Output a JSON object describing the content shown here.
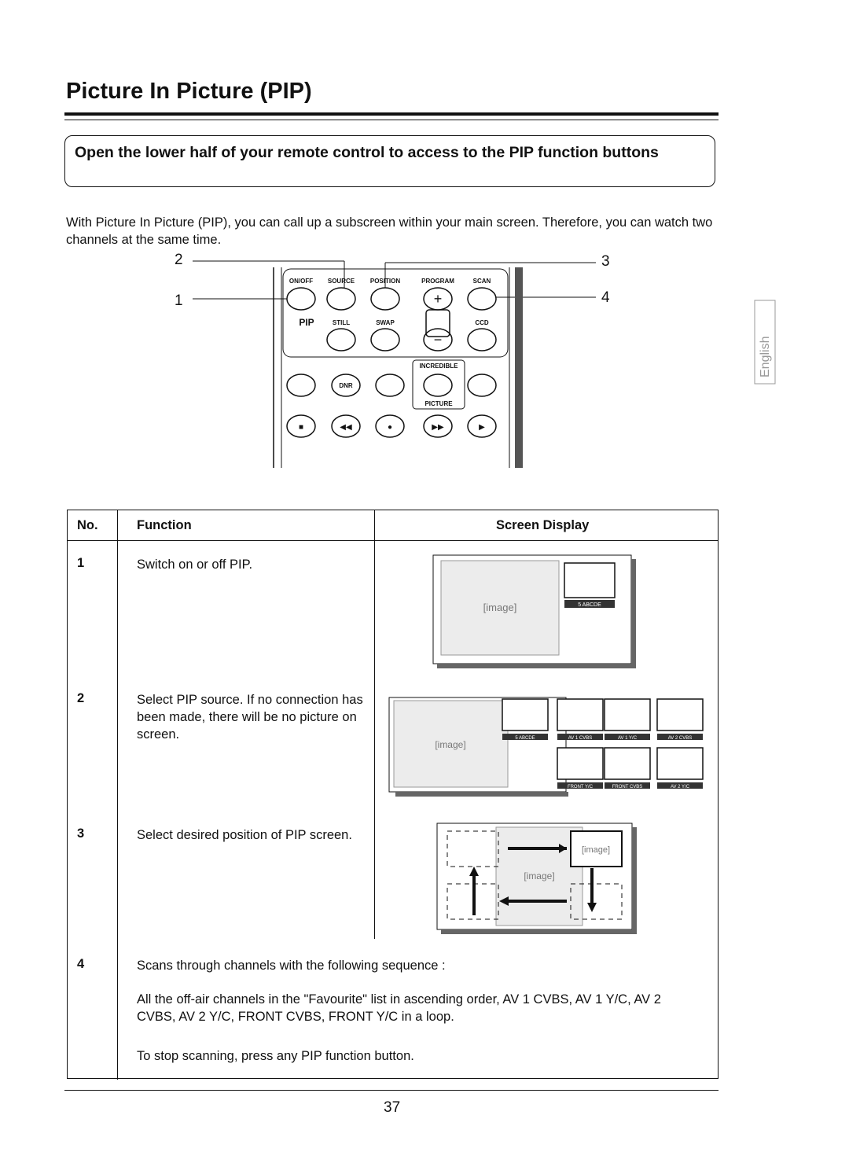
{
  "page": {
    "title": "Picture In Picture (PIP)",
    "instruction": "Open the lower half of your remote control to access to the PIP function buttons",
    "intro": "With Picture In Picture (PIP), you can call up a subscreen within your main screen. Therefore, you can watch two channels at the same time.",
    "language_tab": "English",
    "page_number": "37"
  },
  "remote": {
    "callouts": [
      "1",
      "2",
      "3",
      "4"
    ],
    "top_labels": [
      "ON/OFF",
      "SOURCE",
      "POSITION",
      "PROGRAM",
      "SCAN"
    ],
    "pip_label": "PIP",
    "second_labels": [
      "STILL",
      "SWAP",
      "CCD"
    ],
    "incredible_label": "INCREDIBLE",
    "picture_label": "PICTURE",
    "dnr_label": "DNR"
  },
  "table": {
    "headers": {
      "no": "No.",
      "function": "Function",
      "screen": "Screen Display"
    },
    "rows": [
      {
        "no": "1",
        "function": "Switch on or off PIP."
      },
      {
        "no": "2",
        "function": "Select PIP source. If no connection has been made, there will be no picture on screen."
      },
      {
        "no": "3",
        "function": "Select desired position of PIP screen."
      },
      {
        "no": "4",
        "function": "Scans through channels with the following sequence :",
        "detail": "All the off-air channels in the \"Favourite\" list in ascending order, AV 1 CVBS, AV 1 Y/C, AV 2 CVBS, AV 2 Y/C, FRONT CVBS, FRONT Y/C in a loop.",
        "note": "To stop scanning, press any PIP function button."
      }
    ]
  },
  "screens": {
    "row1_tag": "5 ABCDE",
    "row2_tags": [
      "5 ABCDE",
      "AV 1 CVBS",
      "AV 1 Y/C",
      "AV 2 CVBS",
      "FRONT Y/C",
      "FRONT CVBS",
      "AV 2 Y/C"
    ]
  }
}
